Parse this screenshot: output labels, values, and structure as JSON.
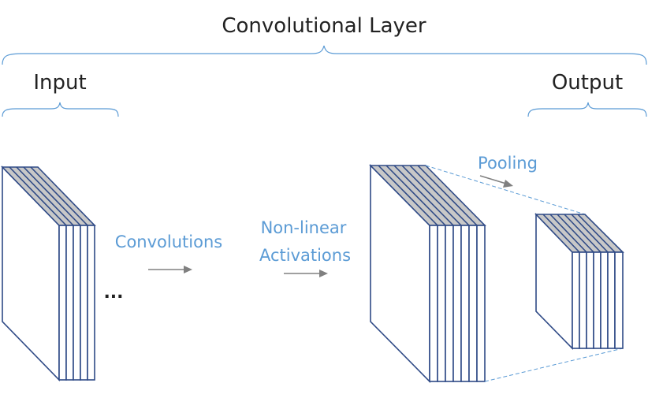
{
  "title": "Convolutional Layer",
  "input_label": "Input",
  "output_label": "Output",
  "steps": {
    "convolutions": "Convolutions",
    "nonlinear_line1": "Non-linear",
    "nonlinear_line2": "Activations",
    "pooling": "Pooling"
  },
  "ellipsis": "...",
  "colors": {
    "text": "#222222",
    "accent_blue": "#5b9bd5",
    "block_edge": "#2f4a86",
    "block_top": "#c8c8c8",
    "arrow": "#808080"
  }
}
